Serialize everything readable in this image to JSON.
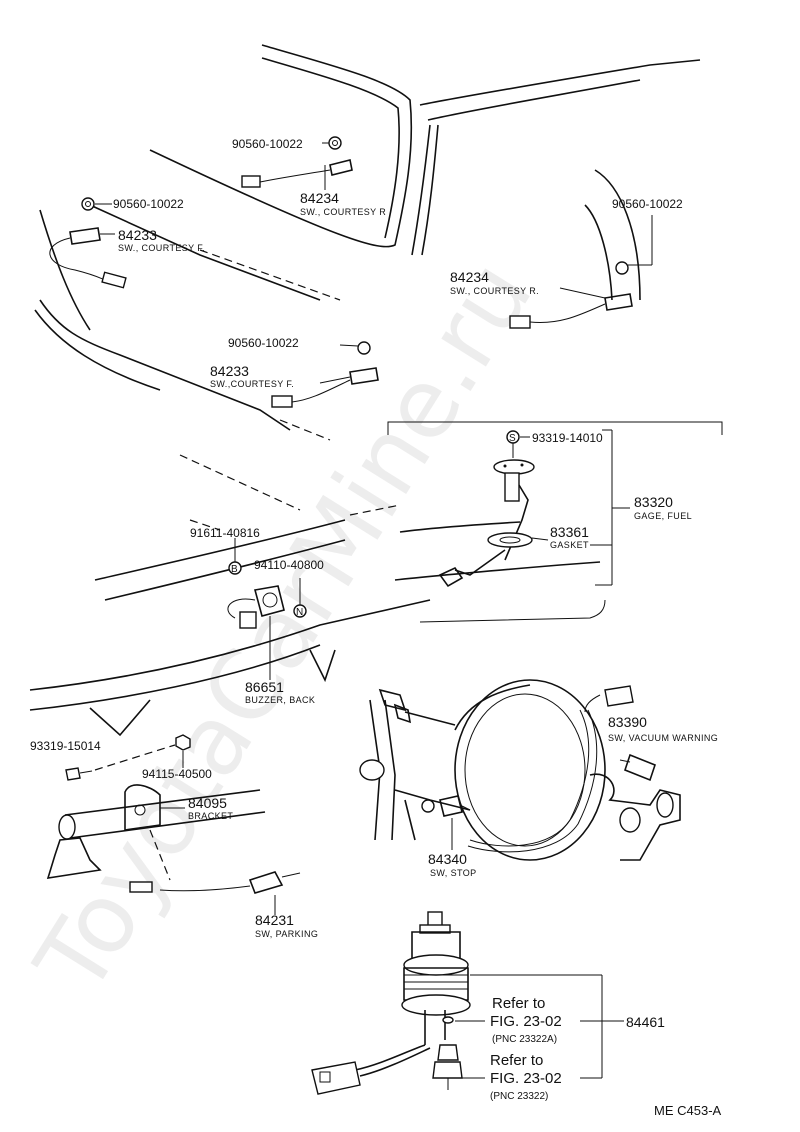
{
  "watermark": "ToyotaCarMine.ru",
  "figure_code": "ME C453-A",
  "parts": {
    "gasket_r_top": "90560-10022",
    "switch_r_top": "84234",
    "switch_r_top_name": "SW., COURTESY  R",
    "gasket_f_left": "90560-10022",
    "switch_f_left": "84233",
    "switch_f_left_name": "SW., COURTESY  F.",
    "gasket_r_right": "90560-10022",
    "switch_r_right": "84234",
    "switch_r_right_name": "SW., COURTESY R.",
    "gasket_f_mid": "90560-10022",
    "switch_f_mid": "84233",
    "switch_f_mid_name": "SW.,COURTESY F.",
    "screw_fuel": "93319-14010",
    "screw_fuel_marker": "S",
    "gage_fuel": "83320",
    "gage_fuel_name": "GAGE, FUEL",
    "gasket_fuel": "83361",
    "gasket_fuel_name": "GASKET",
    "bolt_buzzer": "91611-40816",
    "bolt_buzzer_marker": "B",
    "nut_buzzer": "94110-40800",
    "nut_buzzer_marker": "N",
    "buzzer": "86651",
    "buzzer_name": "BUZZER, BACK",
    "screw_bracket": "93319-15014",
    "nut_bracket": "94115-40500",
    "bracket": "84095",
    "bracket_name": "BRACKET",
    "switch_parking": "84231",
    "switch_parking_name": "SW, PARKING",
    "switch_vacuum": "83390",
    "switch_vacuum_name": "SW, VACUUM WARNING",
    "switch_stop": "84340",
    "switch_stop_name": "SW, STOP",
    "refer_to_1": "Refer to",
    "fig_1": "FIG. 23-02",
    "pnc_1": "(PNC 23322A)",
    "refer_to_2": "Refer to",
    "fig_2": "FIG. 23-02",
    "pnc_2": "(PNC 23322)",
    "assembly_84461": "84461"
  }
}
